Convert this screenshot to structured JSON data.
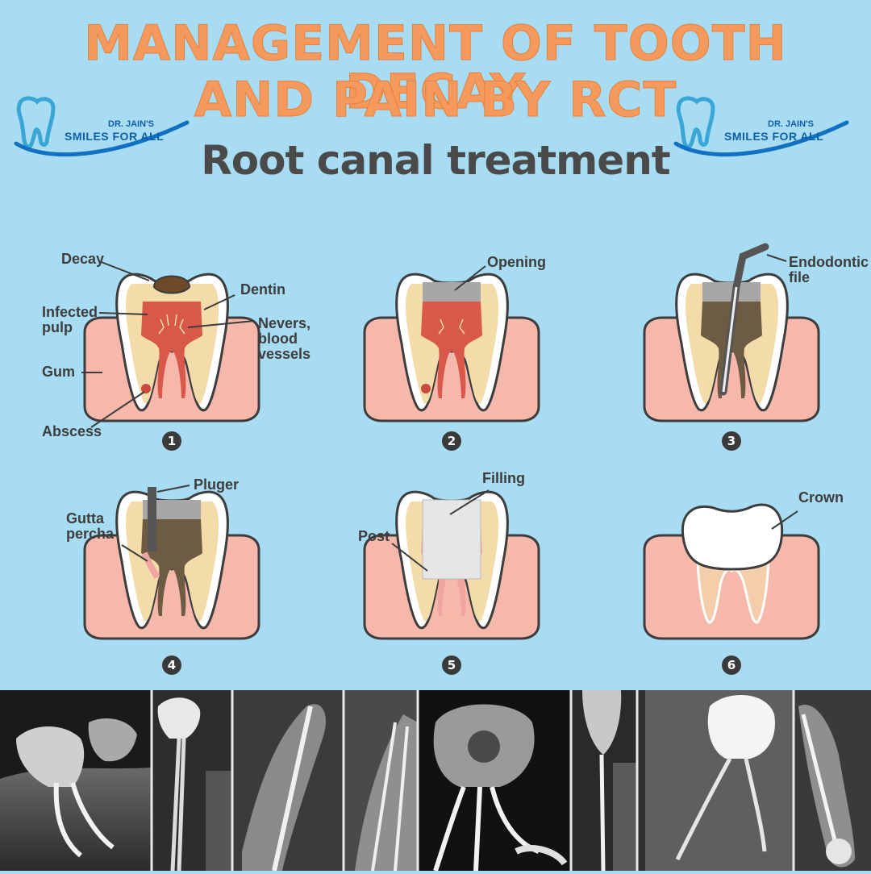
{
  "header": {
    "title_line1": "MANAGEMENT OF TOOTH DECAY",
    "title_line2": "AND PAIN BY RCT",
    "subtitle": "Root canal treatment"
  },
  "logo": {
    "small_text": "DR. JAIN'S",
    "main_text": "SMILES FOR ALL",
    "icon": "tooth-swoosh-icon",
    "colors": {
      "tooth": "#3aa6d6",
      "swoosh": "#1170c2",
      "text": "#0d5fa8"
    }
  },
  "steps": [
    {
      "number": "1",
      "labels": {
        "decay": "Decay",
        "dentin": "Dentin",
        "infected_pulp": "Infected\npulp",
        "nerves": "Nevers,\nblood\nvessels",
        "gum": "Gum",
        "abscess": "Abscess"
      }
    },
    {
      "number": "2",
      "labels": {
        "opening": "Opening"
      }
    },
    {
      "number": "3",
      "labels": {
        "endodontic_file": "Endodontic\nfile"
      }
    },
    {
      "number": "4",
      "labels": {
        "pluger": "Pluger",
        "gutta_percha": "Gutta\npercha"
      }
    },
    {
      "number": "5",
      "labels": {
        "filling": "Filling",
        "post": "Post"
      }
    },
    {
      "number": "6",
      "labels": {
        "crown": "Crown"
      }
    }
  ],
  "colors": {
    "background": "#a8dcf2",
    "title": "#f59a5c",
    "gum": "#f6b8ab",
    "gum_stroke": "#3d3d3d",
    "enamel": "#ffffff",
    "dentin": "#f3dcaa",
    "pulp": "#d8584a",
    "decay": "#6e4a28",
    "opening": "#a7a7a7",
    "gutta_percha": "#6e5b43",
    "filling": "#e6e6e6"
  },
  "xray_strip": {
    "panel_count": 8
  }
}
